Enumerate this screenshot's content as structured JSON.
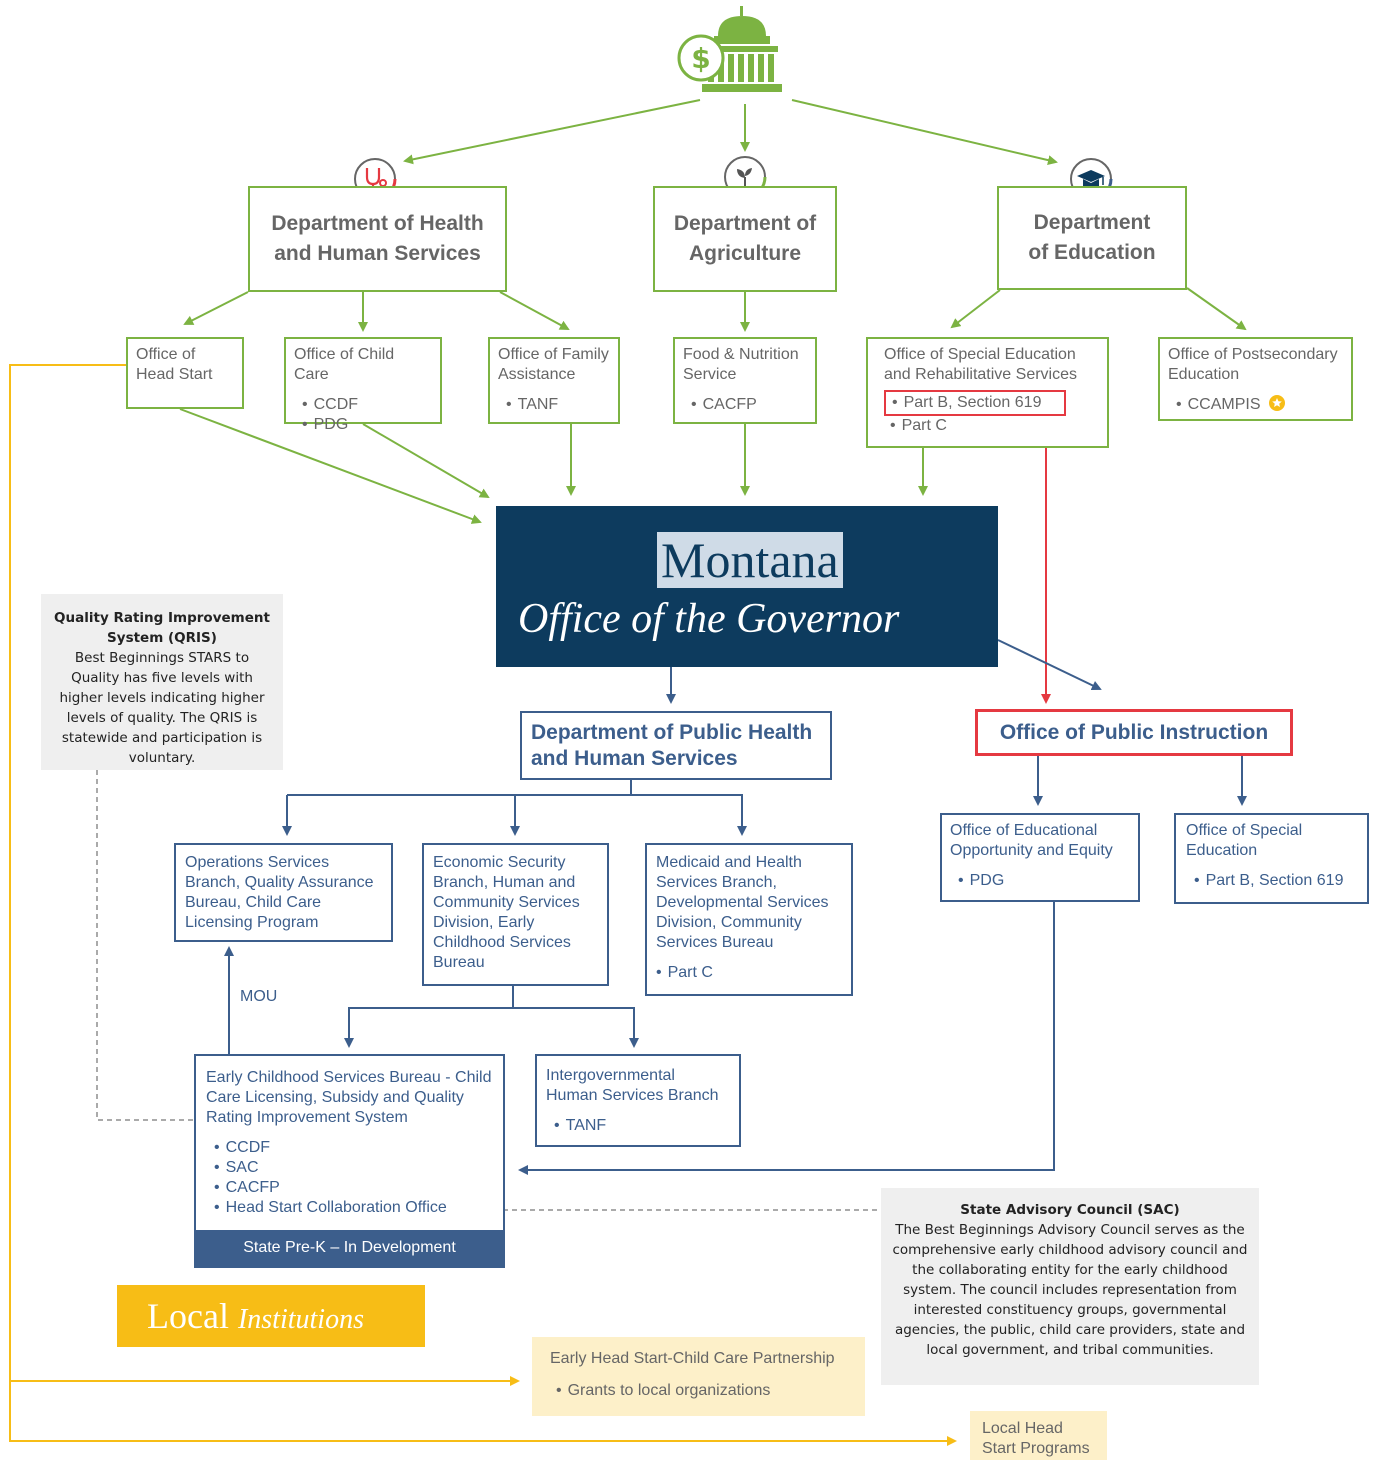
{
  "colors": {
    "green": "#7cb342",
    "blue": "#3c5e8c",
    "navy": "#0d3b5e",
    "red": "#e53941",
    "yellow": "#f7bd16",
    "pale_yellow": "#fdf0c9",
    "gray_note": "#efefef"
  },
  "icons": {
    "top": "capitol-dollar-icon",
    "hhs": "stethoscope-icon",
    "agriculture": "sprout-icon",
    "education": "graduation-cap-icon",
    "star": "star-badge-icon"
  },
  "federal": {
    "hhs": {
      "title": "Department of Health and Human Services"
    },
    "agriculture": {
      "title": "Department of Agriculture"
    },
    "education": {
      "title": "Department of Education"
    }
  },
  "federal_offices": {
    "head_start": {
      "title": "Office of Head Start"
    },
    "child_care": {
      "title": "Office of Child Care",
      "items": [
        "CCDF",
        "PDG"
      ]
    },
    "family_assistance": {
      "title": "Office of Family Assistance",
      "items": [
        "TANF"
      ]
    },
    "food_nutrition": {
      "title": "Food & Nutrition Service",
      "items": [
        "CACFP"
      ]
    },
    "special_ed_rehab": {
      "title": "Office of Special Education and Rehabilitative Services",
      "items": [
        "Part B, Section 619",
        "Part C"
      ]
    },
    "postsecondary": {
      "title": "Office of Postsecondary Education",
      "items": [
        "CCAMPIS"
      ]
    }
  },
  "governor": {
    "state": "Montana",
    "office": "Office of the Governor"
  },
  "state": {
    "dphhs": {
      "title": "Department of Public Health and Human Services"
    },
    "opi": {
      "title": "Office of Public Instruction"
    },
    "operations": {
      "title": "Operations Services Branch, Quality Assurance Bureau, Child Care Licensing Program"
    },
    "economic_security": {
      "title": "Economic Security Branch, Human and Community Services Division, Early Childhood Services Bureau"
    },
    "medicaid": {
      "title": "Medicaid and Health Services Branch, Developmental Services Division, Community Services Bureau",
      "items": [
        "Part C"
      ]
    },
    "educational_opportunity": {
      "title": "Office of Educational Opportunity and Equity",
      "items": [
        "PDG"
      ]
    },
    "special_education": {
      "title": "Office of Special Education",
      "items": [
        "Part B, Section 619"
      ]
    },
    "ecsb": {
      "title": "Early Childhood Services Bureau - Child Care Licensing, Subsidy and Quality Rating Improvement System",
      "items": [
        "CCDF",
        "SAC",
        "CACFP",
        "Head Start Collaboration Office"
      ],
      "footer": "State Pre-K – In Development"
    },
    "intergovernmental": {
      "title": "Intergovernmental Human Services Branch",
      "items": [
        "TANF"
      ]
    },
    "mou": "MOU"
  },
  "qris": {
    "title": "Quality Rating Improvement System (QRIS)",
    "body": "Best Beginnings STARS to Quality has five levels with higher levels indicating higher levels of quality. The QRIS is statewide and participation is voluntary."
  },
  "sac": {
    "title": "State Advisory Council (SAC)",
    "body": "The  Best Beginnings Advisory Council serves as the comprehensive early childhood advisory council and the collaborating entity for the early childhood system. The council includes representation from interested constituency groups, governmental agencies, the public, child care providers, state and local government, and tribal communities."
  },
  "local": {
    "banner_main": "Local",
    "banner_italic": "Institutions",
    "ehs_partnership": {
      "title": "Early Head Start-Child Care Partnership",
      "items": [
        "Grants to local organizations"
      ]
    },
    "head_start_programs": {
      "title": "Local Head Start Programs"
    }
  }
}
